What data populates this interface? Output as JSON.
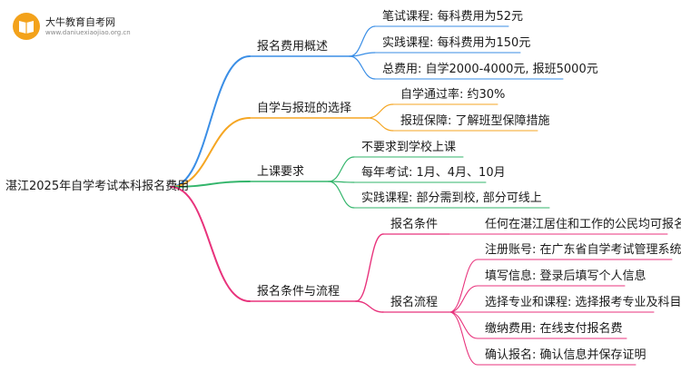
{
  "logo": {
    "title": "大牛教育自考网",
    "url": "www.daniuexiaojiao.org.cn",
    "icon": "book-icon",
    "color": "#f3a21b"
  },
  "colors": {
    "blue": "#3a8ee6",
    "orange": "#f5a623",
    "green": "#33b56b",
    "pink": "#e8337c"
  },
  "mindmap": {
    "root": "湛江2025年自学考试本科报名费用",
    "branches": [
      {
        "label": "报名费用概述",
        "color": "blue",
        "children": [
          {
            "label": "笔试课程: 每科费用为52元"
          },
          {
            "label": "实践课程: 每科费用为150元"
          },
          {
            "label": "总费用: 自学2000-4000元, 报班5000元"
          }
        ]
      },
      {
        "label": "自学与报班的选择",
        "color": "orange",
        "children": [
          {
            "label": "自学通过率: 约30%"
          },
          {
            "label": "报班保障: 了解班型保障措施"
          }
        ]
      },
      {
        "label": "上课要求",
        "color": "green",
        "children": [
          {
            "label": "不要求到学校上课"
          },
          {
            "label": "每年考试: 1月、4月、10月"
          },
          {
            "label": "实践课程: 部分需到校, 部分可线上"
          }
        ]
      },
      {
        "label": "报名条件与流程",
        "color": "pink",
        "children": [
          {
            "label": "报名条件",
            "children": [
              {
                "label": "任何在湛江居住和工作的公民均可报名"
              }
            ]
          },
          {
            "label": "报名流程",
            "children": [
              {
                "label": "注册账号: 在广东省自学考试管理系统注册"
              },
              {
                "label": "填写信息: 登录后填写个人信息"
              },
              {
                "label": "选择专业和课程: 选择报考专业及科目"
              },
              {
                "label": "缴纳费用: 在线支付报名费"
              },
              {
                "label": "确认报名: 确认信息并保存证明"
              }
            ]
          }
        ]
      }
    ]
  }
}
